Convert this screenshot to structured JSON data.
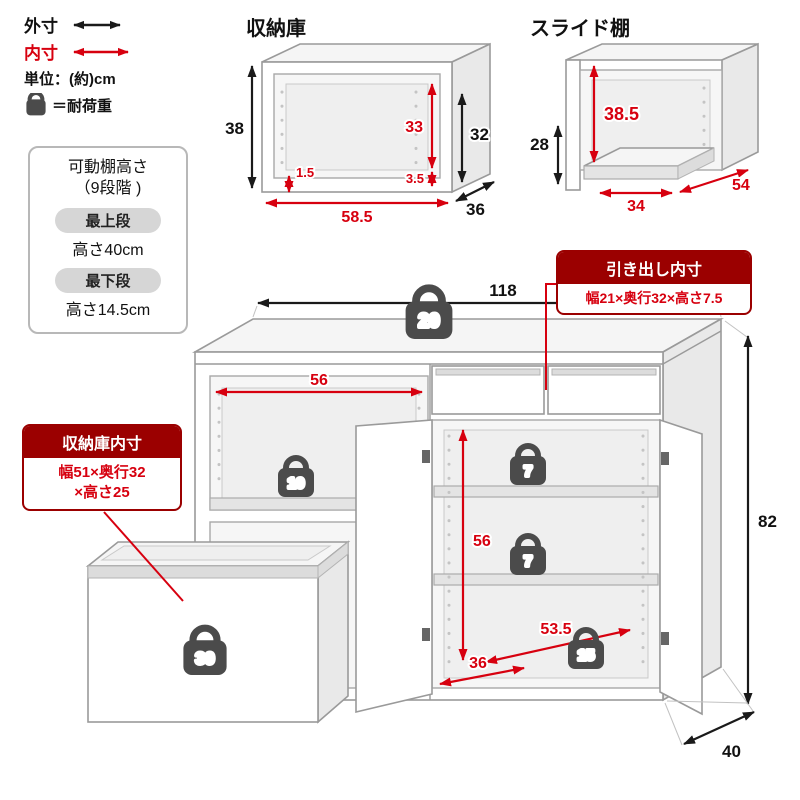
{
  "legend": {
    "outer_label": "外寸",
    "inner_label": "内寸",
    "unit_label": "単位：(約)cm",
    "load_label": "＝耐荷重"
  },
  "adjustable_shelf_panel": {
    "title_line1": "可動棚高さ",
    "title_line2": "（9段階 )",
    "top_badge": "最上段",
    "top_value": "高さ40cm",
    "bottom_badge": "最下段",
    "bottom_value": "高さ14.5cm"
  },
  "storage_inner_callout": {
    "title": "収納庫内寸",
    "line1": "幅51×奥行32",
    "line2": "×高さ25"
  },
  "drawer_inner_callout": {
    "title": "引き出し内寸",
    "value": "幅21×奥行32×高さ7.5"
  },
  "storage_diagram": {
    "title": "収納庫",
    "outer_height": "38",
    "inner_height": "33",
    "side_height": "32",
    "lip": "1.5",
    "gap": "3.5",
    "inner_width": "58.5",
    "depth": "36"
  },
  "slide_shelf_diagram": {
    "title": "スライド棚",
    "clearance_height": "38.5",
    "side_height": "28",
    "shelf_width": "34",
    "shelf_depth": "54"
  },
  "main_diagram": {
    "total_width": "118",
    "total_height": "82",
    "total_depth": "40",
    "open_width": "56",
    "inner_height": "56",
    "floor_diagonal": "53.5",
    "floor_width": "36",
    "load_top": "20",
    "load_shelf": "10",
    "load_drawer": "30",
    "load_upper_shelf": "7",
    "load_lower_shelf": "7",
    "load_bottom": "15"
  },
  "colors": {
    "dimension_red": "#d7000f",
    "dimension_black": "#1a1a1a",
    "callout_dark_red": "#9b0000",
    "weight_icon_gray": "#4b4b4b"
  }
}
